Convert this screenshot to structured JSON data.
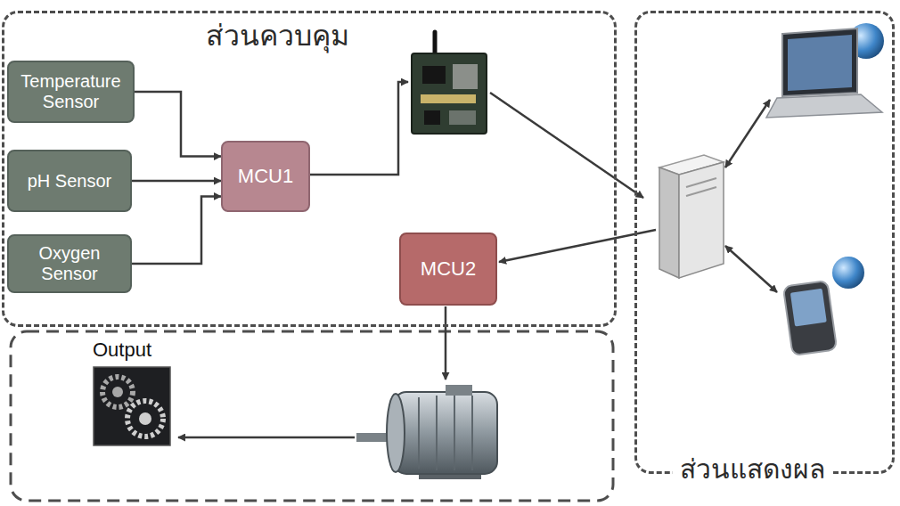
{
  "diagram": {
    "nodes": [
      {
        "text": [
          "ส่วนควบคุม"
        ]
      },
      {
        "text": [
          "Temperature Sensor"
        ],
        "in": 0
      },
      {
        "text": [
          "pH Sensor"
        ],
        "in": 0
      },
      {
        "text": [
          "Oxygen Sensor"
        ],
        "in": 0
      },
      {
        "text": [
          "MCU1"
        ],
        "in": 0
      },
      {
        "text": [
          "MCU2"
        ],
        "in": 0
      },
      {
        "text": [
          "ส่วนแสดงผล"
        ]
      }
    ],
    "edges": [
      {
        "from": 1,
        "to": 4,
        "arrow": "to"
      },
      {
        "from": 2,
        "to": 4,
        "arrow": "to"
      },
      {
        "from": 3,
        "to": 4,
        "arrow": "to"
      }
    ],
    "labels": [
      "Output"
    ]
  }
}
